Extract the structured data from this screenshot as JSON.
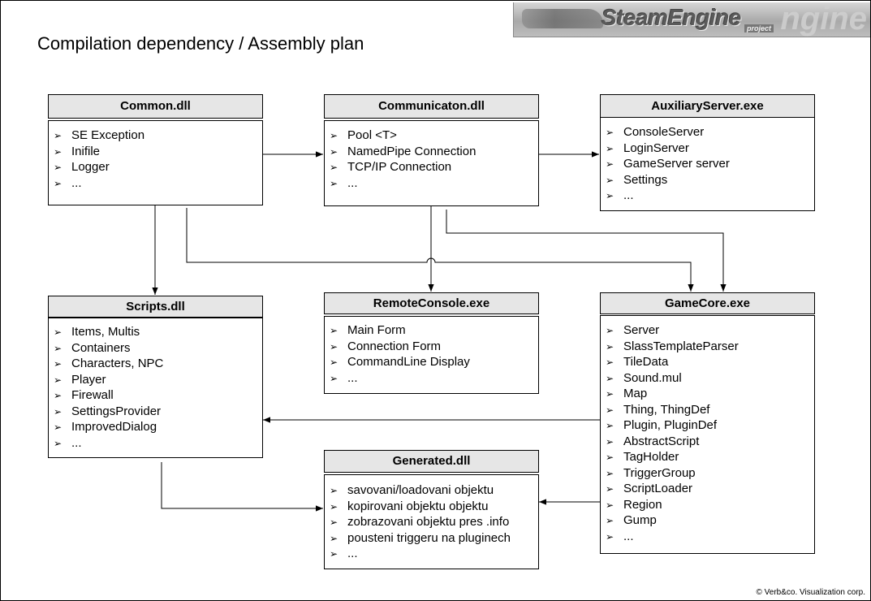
{
  "header": {
    "title": "Compilation dependency / Assembly plan",
    "logo_text": "SteamEngine",
    "logo_sub": "project"
  },
  "bullet_icon": "arrow-bullet-icon",
  "boxes": {
    "common": {
      "title": "Common.dll",
      "items": [
        "SE Exception",
        "Inifile",
        "Logger",
        "..."
      ]
    },
    "communication": {
      "title": "Communicaton.dll",
      "items": [
        "Pool <T>",
        "NamedPipe Connection",
        "TCP/IP Connection",
        "..."
      ]
    },
    "auxiliary": {
      "title": "AuxiliaryServer.exe",
      "items": [
        "ConsoleServer",
        "LoginServer",
        "GameServer server",
        "Settings",
        "..."
      ]
    },
    "scripts": {
      "title": "Scripts.dll",
      "items": [
        "Items, Multis",
        "Containers",
        "Characters, NPC",
        "Player",
        "Firewall",
        "SettingsProvider",
        "ImprovedDialog",
        "..."
      ]
    },
    "remote": {
      "title": "RemoteConsole.exe",
      "items": [
        "Main Form",
        "Connection Form",
        "CommandLine Display",
        "..."
      ]
    },
    "gamecore": {
      "title": "GameCore.exe",
      "items": [
        "Server",
        "SlassTemplateParser",
        "TileData",
        "Sound.mul",
        "Map",
        "Thing, ThingDef",
        "Plugin, PluginDef",
        "AbstractScript",
        "TagHolder",
        "TriggerGroup",
        "ScriptLoader",
        "Region",
        "Gump",
        "..."
      ]
    },
    "generated": {
      "title": "Generated.dll",
      "items": [
        "savovani/loadovani objektu",
        "kopirovani objektu objektu",
        "zobrazovani objektu pres .info",
        "pousteni triggeru na pluginech",
        "..."
      ]
    }
  },
  "footer": {
    "copyright": "© Verb&co. Visualization corp."
  }
}
